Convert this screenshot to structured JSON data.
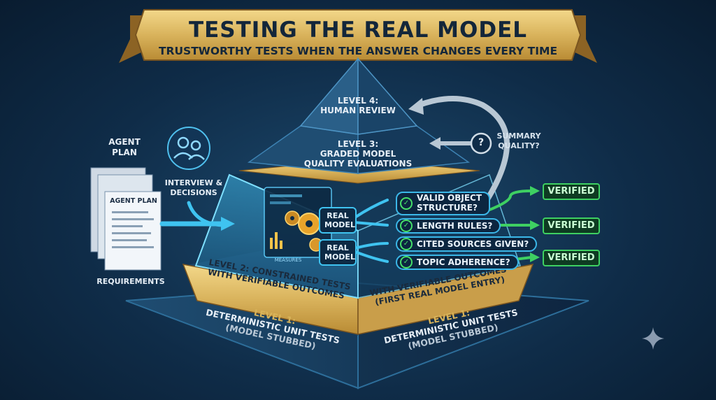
{
  "banner": {
    "title": "TESTING THE REAL MODEL",
    "subtitle": "TRUSTWORTHY TESTS WHEN THE ANSWER CHANGES EVERY TIME"
  },
  "pyramid": {
    "level4": {
      "line1": "Level 4:",
      "line2": "Human Review"
    },
    "level3": {
      "line1": "Level 3:",
      "line2": "Graded Model",
      "line3": "Quality Evaluations"
    },
    "level2_left": {
      "line1": "Level 2: Constrained Tests",
      "line2": "with Verifiable Outcomes"
    },
    "level2_right": {
      "line1": "with Verifiable Outcomes",
      "line2": "(First Real Model Entry)"
    },
    "level1_left": {
      "line1": "Level 1:",
      "line2": "Deterministic Unit Tests",
      "line3": "(Model Stubbed)"
    },
    "level1_right": {
      "line1": "Level 1:",
      "line2": "Deterministic Unit Tests",
      "line3": "(Model Stubbed)"
    }
  },
  "left_panel": {
    "agent_plan_title": "AGENT PLAN",
    "agent_plan_doc": "AGENT PLAN",
    "requirements": "REQUIREMENTS",
    "interview": "INTERVIEW &",
    "decisions": "DECISIONS"
  },
  "models": [
    {
      "label": "REAL MODEL"
    },
    {
      "label": "REAL MODEL"
    }
  ],
  "checks": [
    {
      "label": "Valid Object",
      "label2": "Structure?"
    },
    {
      "label": "Length Rules?"
    },
    {
      "label": "Cited Sources Given?"
    },
    {
      "label": "Topic Adherence?"
    }
  ],
  "verified": [
    "VERIFIED",
    "VERIFIED",
    "VERIFIED"
  ],
  "summary": {
    "symbol": "?",
    "line1": "SUMMARY",
    "line2": "QUALITY?"
  },
  "screen": {
    "tag": "MEASURES"
  },
  "colors": {
    "gold": "#d8b45a",
    "cyan": "#3fc3f0",
    "green": "#3ed062",
    "navy": "#0f2c48"
  }
}
